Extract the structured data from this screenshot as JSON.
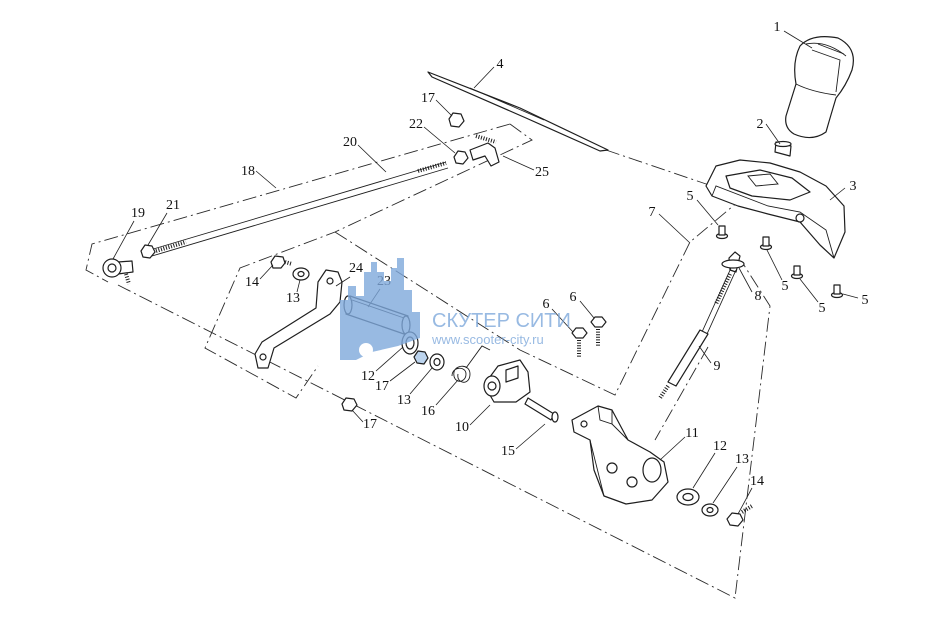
{
  "callouts": [
    "1",
    "2",
    "3",
    "4",
    "5",
    "5",
    "5",
    "5",
    "6",
    "6",
    "7",
    "8",
    "9",
    "10",
    "11",
    "12",
    "13",
    "14",
    "12",
    "13",
    "14",
    "13",
    "15",
    "16",
    "17",
    "17",
    "17",
    "18",
    "19",
    "20",
    "21",
    "22",
    "23",
    "24",
    "25"
  ],
  "watermark": {
    "brand": "СКУТЕР СИТИ",
    "url": "www.scooter-city.ru",
    "color": "#7fa9dc"
  }
}
